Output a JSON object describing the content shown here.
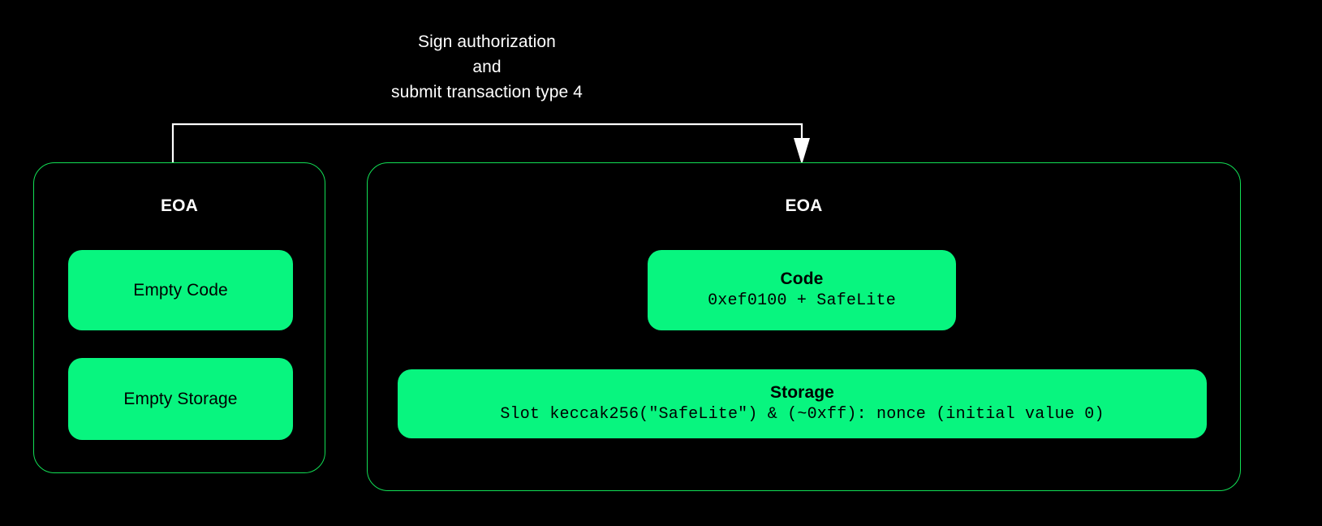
{
  "diagram": {
    "caption": "Sign authorization\nand\nsubmit transaction type 4",
    "arrow_label": "authorization-flow-arrow",
    "colors": {
      "background": "#000000",
      "panel_border": "#12DF55",
      "card_fill": "#08F57F",
      "card_text": "#000000",
      "panel_text": "#FFFFFF",
      "arrow": "#FFFFFF"
    },
    "panels": [
      {
        "id": "before",
        "title": "EOA",
        "cards": [
          {
            "id": "empty-code",
            "label": "Empty Code"
          },
          {
            "id": "empty-storage",
            "label": "Empty Storage"
          }
        ]
      },
      {
        "id": "after",
        "title": "EOA",
        "cards": [
          {
            "id": "code",
            "label": "Code",
            "detail": "0xef0100 + SafeLite"
          },
          {
            "id": "storage",
            "label": "Storage",
            "detail": "Slot keccak256(\"SafeLite\") & (~0xff): nonce (initial value 0)"
          }
        ]
      }
    ]
  }
}
